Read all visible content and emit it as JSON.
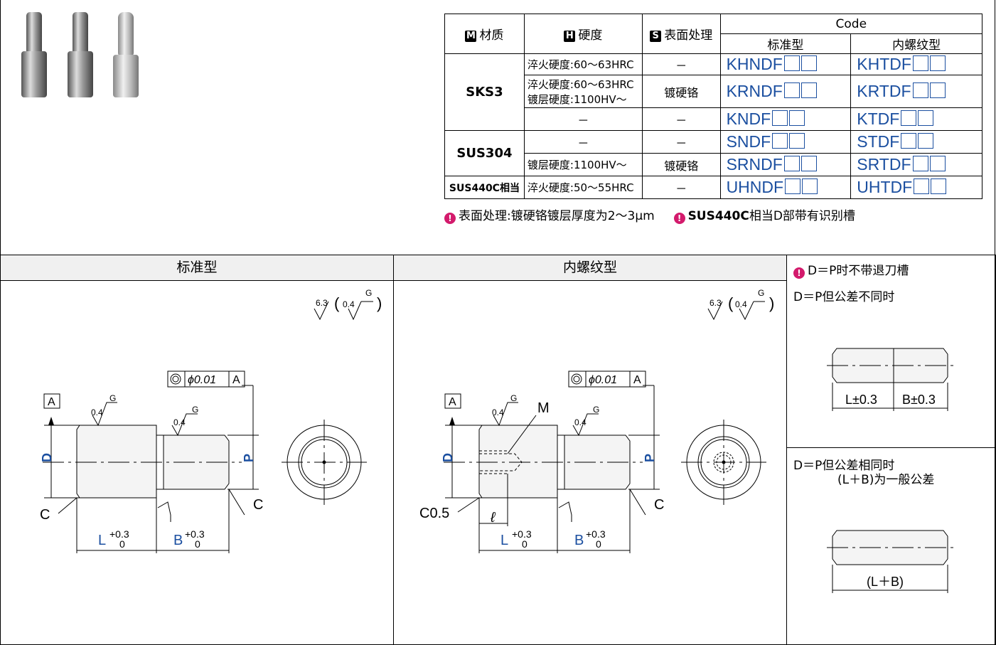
{
  "table": {
    "col_material": "材质",
    "col_material_icon": "M",
    "col_hardness": "硬度",
    "col_hardness_icon": "H",
    "col_surface": "表面处理",
    "col_surface_icon": "S",
    "col_code": "Code",
    "col_standard": "标准型",
    "col_internal": "内螺纹型",
    "rows": [
      {
        "material": "SKS3",
        "hardness": "淬火硬度:60～63HRC",
        "surface": "－",
        "std": "KHNDF",
        "int": "KHTDF"
      },
      {
        "material": "",
        "hardness": "淬火硬度:60～63HRC",
        "hardness2": "镀层硬度:1100HV～",
        "surface": "镀硬铬",
        "std": "KRNDF",
        "int": "KRTDF"
      },
      {
        "material": "",
        "hardness": "－",
        "surface": "－",
        "std": "KNDF",
        "int": "KTDF"
      },
      {
        "material": "SUS304",
        "hardness": "－",
        "surface": "－",
        "std": "SNDF",
        "int": "STDF"
      },
      {
        "material": "",
        "hardness": "镀层硬度:1100HV～",
        "surface": "镀硬铬",
        "std": "SRNDF",
        "int": "SRTDF"
      },
      {
        "material": "SUS440C相当",
        "hardness": "淬火硬度:50～55HRC",
        "surface": "－",
        "std": "UHNDF",
        "int": "UHTDF"
      }
    ]
  },
  "notes": {
    "note1": "表面处理:镀硬铬镀层厚度为2～3μm",
    "note2_bold": "SUS440C",
    "note2": "相当D部带有识别槽"
  },
  "panels": {
    "standard_title": "标准型",
    "internal_title": "内螺纹型",
    "side_note": "D＝P时不带退刀槽",
    "side_sub1": "D＝P但公差不同时",
    "side_sub2": "D＝P但公差相同时",
    "side_sub2b": "(L＋B)为一般公差"
  },
  "drawing": {
    "roughness_main": "6.3",
    "roughness_sub": "0.4",
    "g": "G",
    "concentricity": "ϕ0.01",
    "datum": "A",
    "D": "D",
    "P": "P",
    "C": "C",
    "C05": "C0.5",
    "M": "M",
    "ell": "ℓ",
    "L": "L",
    "B": "B",
    "tol_up": "+0.3",
    "tol_low": "0",
    "L_tol": "L±0.3",
    "B_tol": "B±0.3",
    "LB": "(L＋B)"
  }
}
